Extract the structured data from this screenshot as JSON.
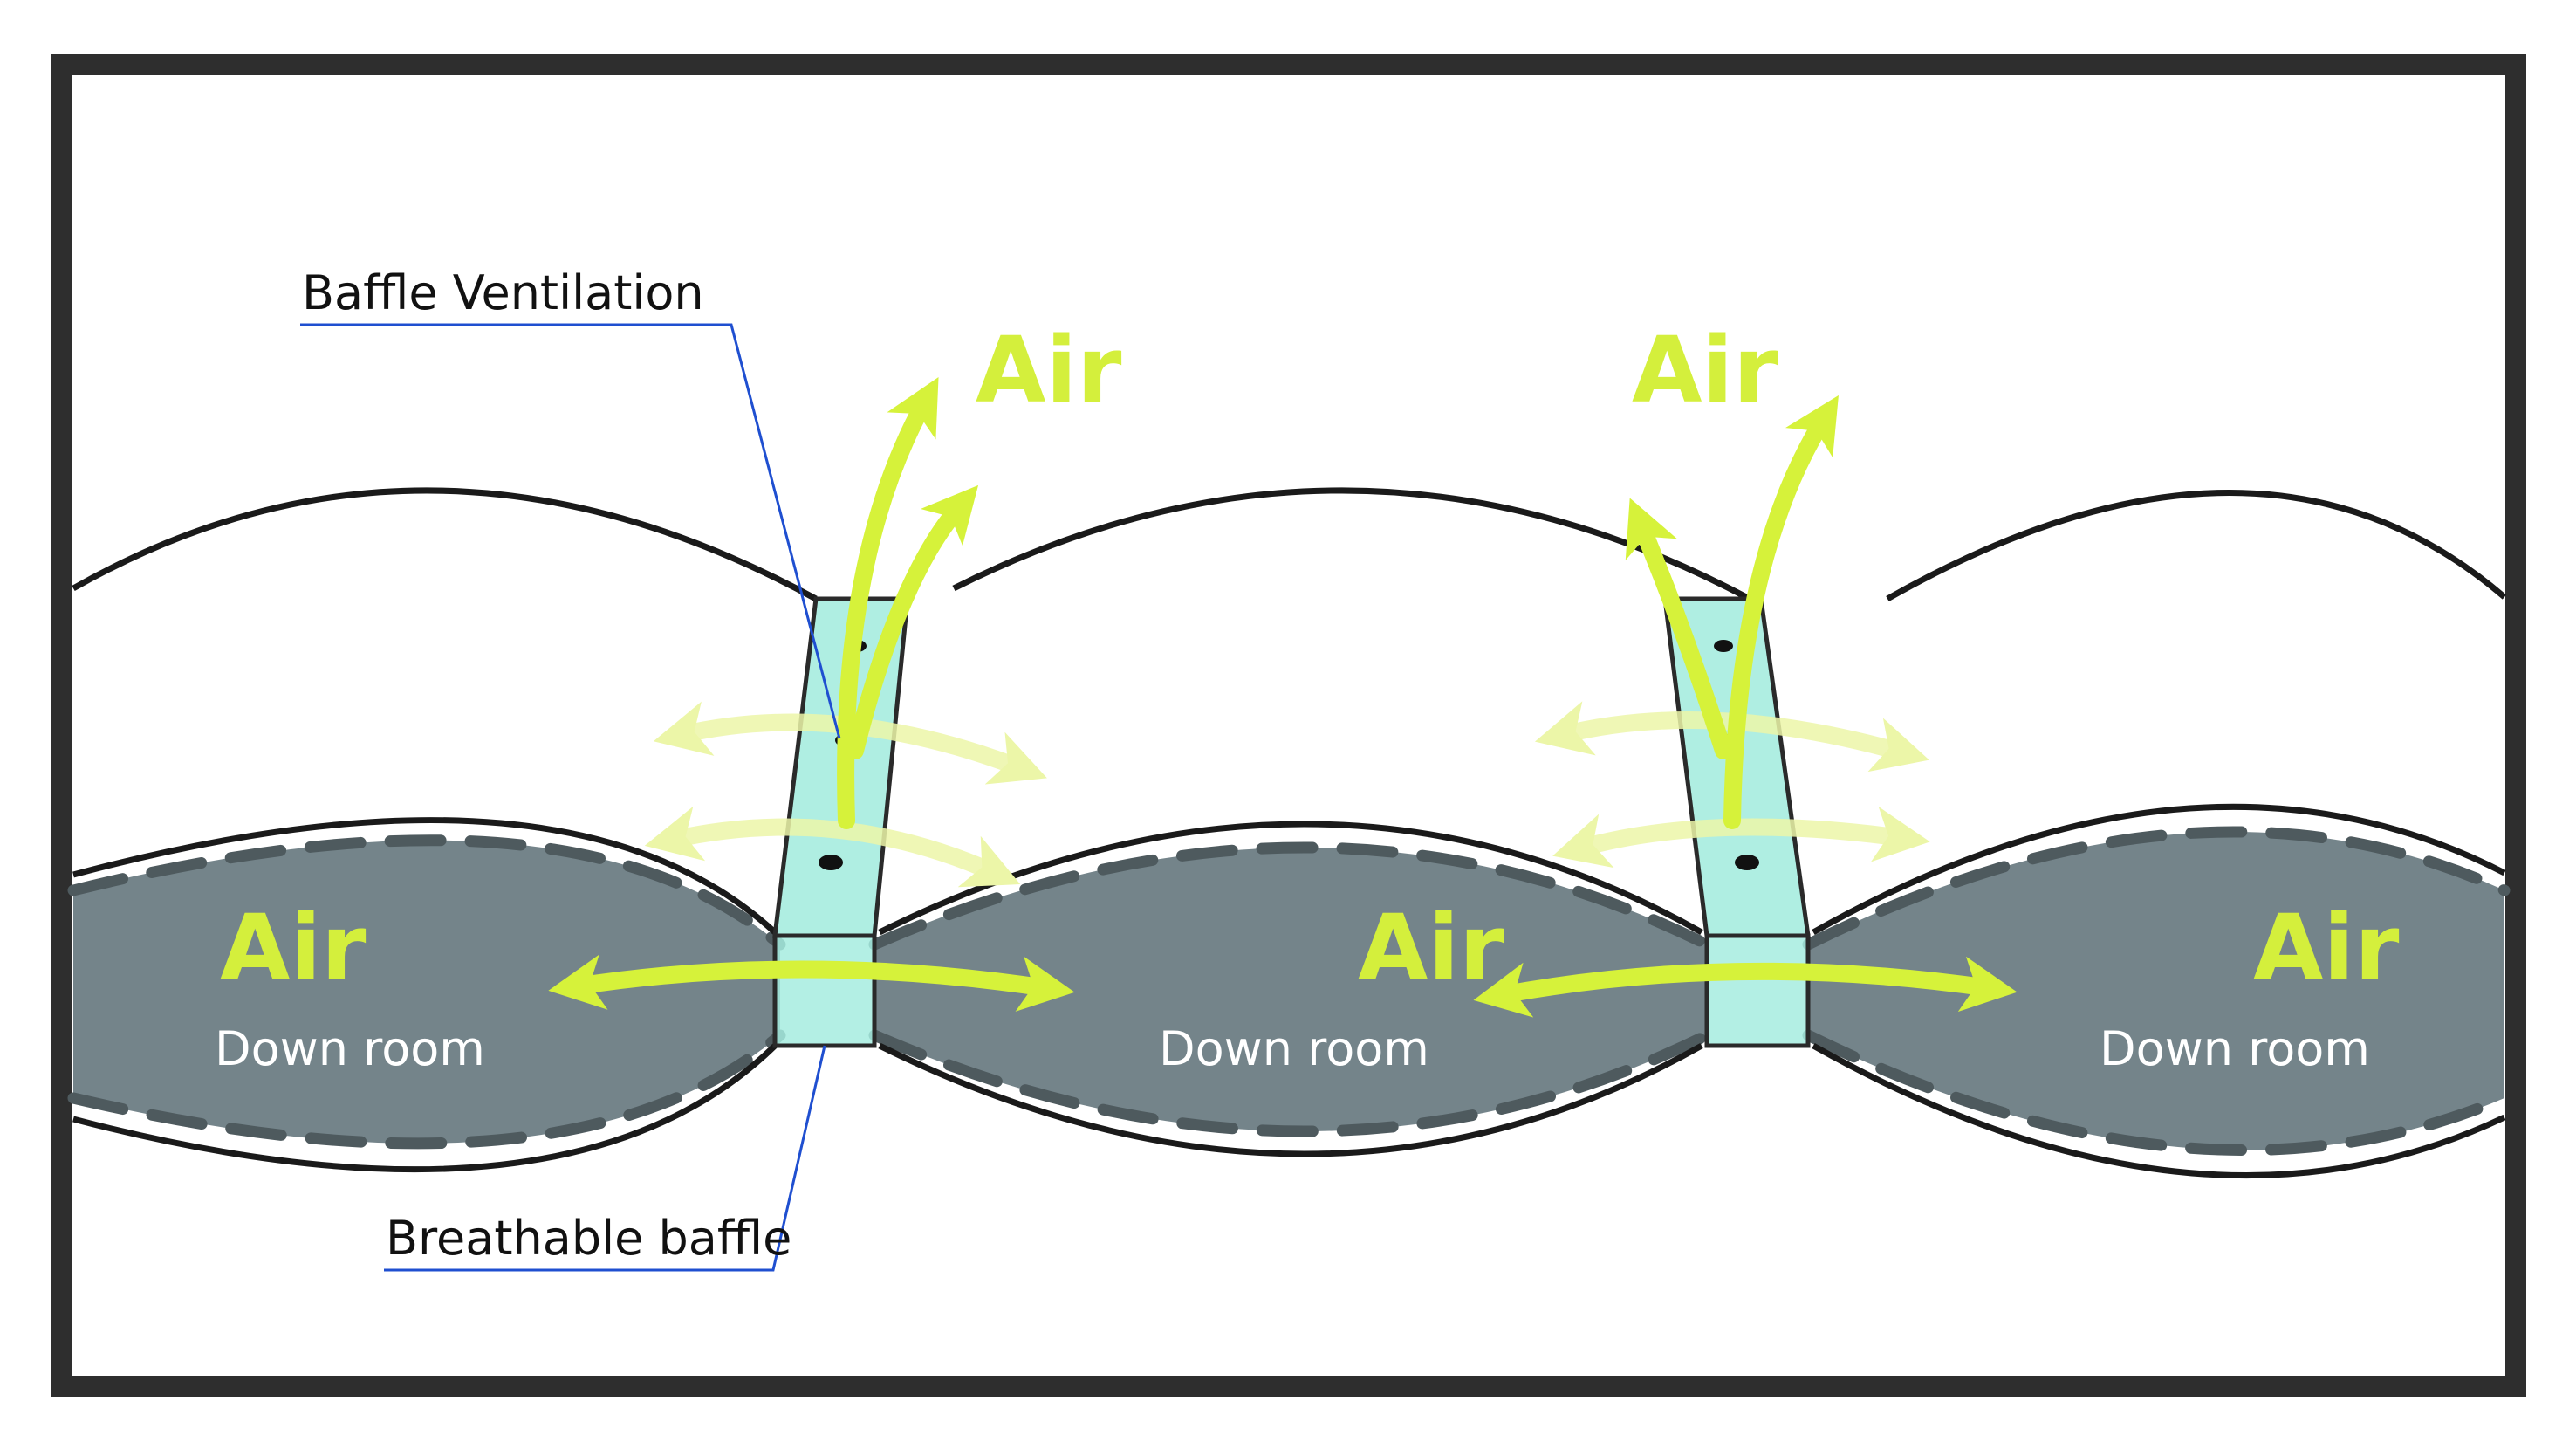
{
  "labels": {
    "baffle_ventilation": "Baffle Ventilation",
    "breathable_baffle": "Breathable baffle"
  },
  "air_top": [
    "Air",
    "Air"
  ],
  "rooms": [
    {
      "air": "Air",
      "name": "Down room"
    },
    {
      "air": "Air",
      "name": "Down room"
    },
    {
      "air": "Air",
      "name": "Down room"
    }
  ],
  "colors": {
    "frame": "#2e2e2e",
    "room_fill": "#74848a",
    "room_dash": "#4e5a5e",
    "baffle_fill": "#a6ecdf",
    "air_arrow": "#d6f23a",
    "air_arrow_faint": "#ecf6a8",
    "air_text": "#d4ef3c",
    "room_text": "#ffffff",
    "leader_line": "#1f4fd0"
  }
}
